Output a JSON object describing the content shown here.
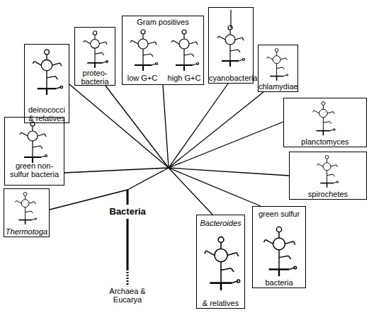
{
  "diagram": {
    "nodes": [
      {
        "text": [
          "deinococci & relatives"
        ]
      },
      {
        "text": [
          "proteo- bacteria"
        ]
      },
      {
        "text": [
          "Gram positives"
        ]
      },
      {
        "text": [
          "cyanobacteria"
        ]
      },
      {
        "text": [
          "chlamydiae"
        ]
      },
      {
        "text": [
          "planctomyces"
        ]
      },
      {
        "text": [
          "spirochetes"
        ]
      },
      {
        "text": [
          "green sulfur",
          "bacteria"
        ]
      },
      {
        "text": [
          "Bacteroides",
          "& relatives"
        ]
      },
      {
        "text": [
          "green non- sulfur bacteria"
        ]
      },
      {
        "text": [
          "Thermotoga"
        ]
      }
    ],
    "labels": [
      "low G+C",
      "high G+C",
      "Bacteria",
      "Archaea & Eucarya"
    ]
  }
}
